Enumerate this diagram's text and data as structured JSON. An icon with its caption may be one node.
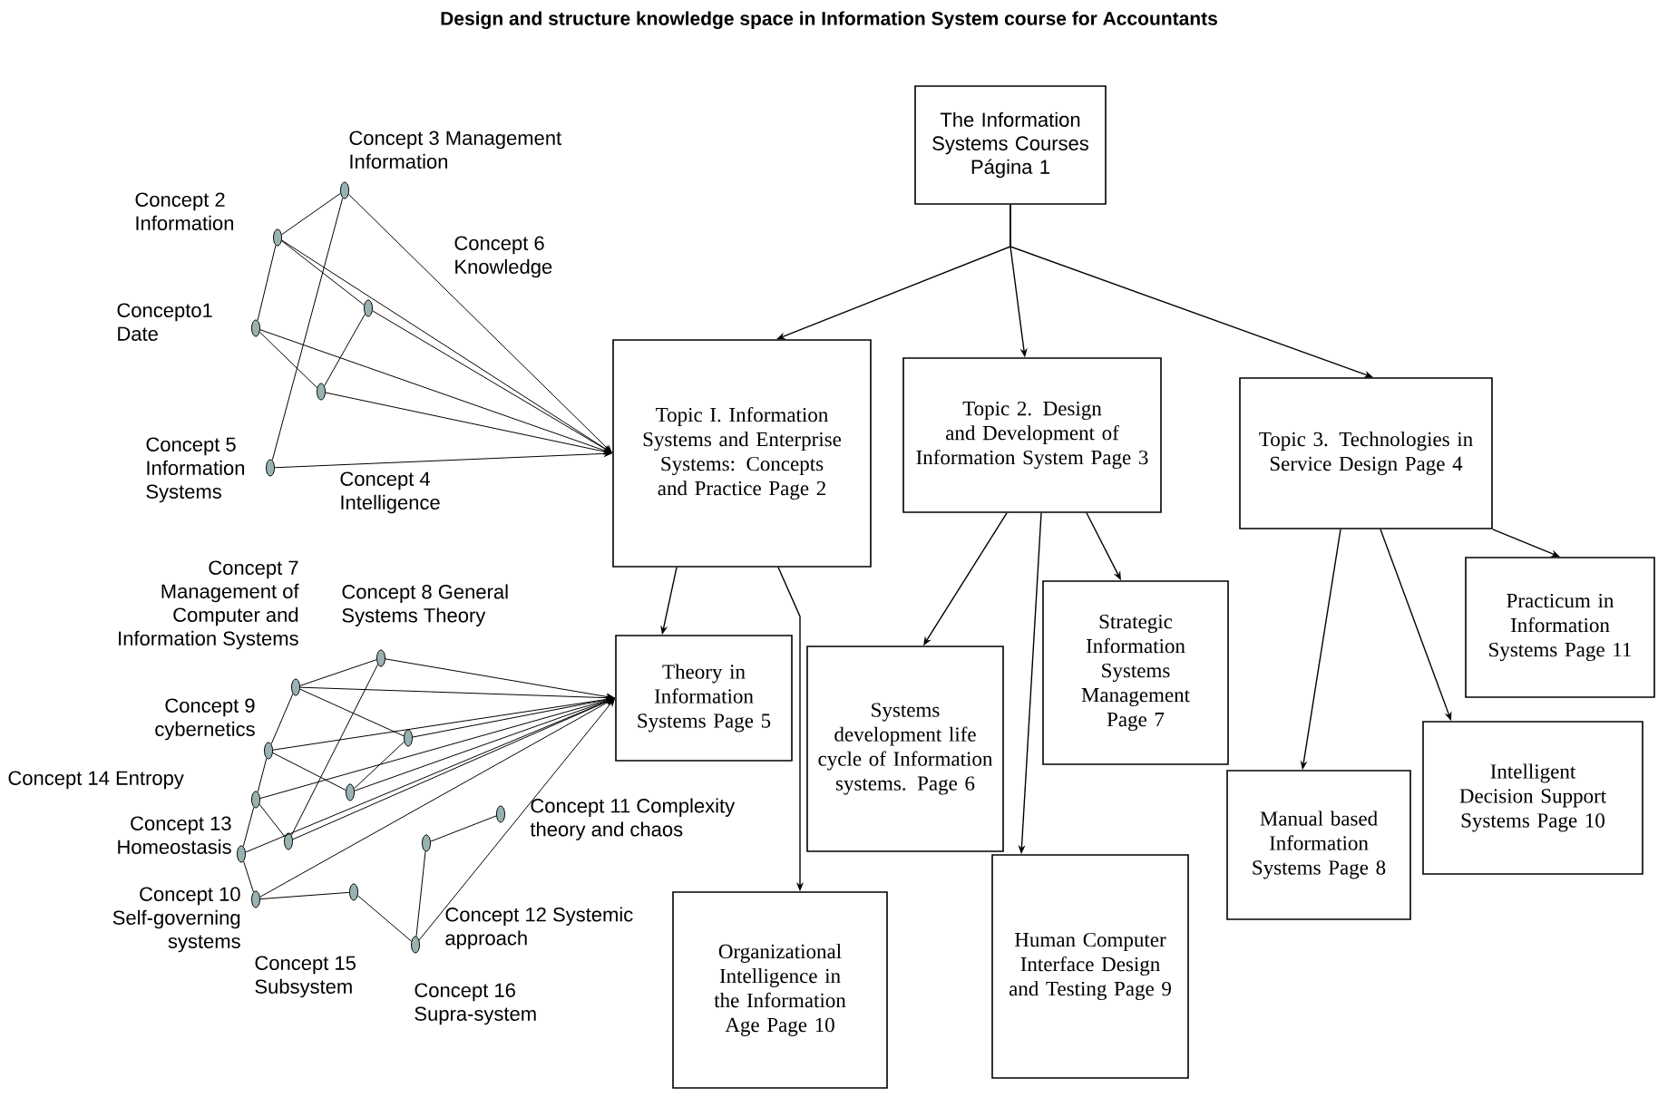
{
  "diagram": {
    "title": "Design and structure knowledge space in Information System course for Accountants",
    "nodes": [
      {
        "text": [
          "The Information Systems Courses Página 1"
        ]
      },
      {
        "text": [
          "Topic I. Information Systems and Enterprise Systems: Concepts and Practice Page 2"
        ]
      },
      {
        "text": [
          "Topic 2. Design and Development of Information System Page 3"
        ]
      },
      {
        "text": [
          "Topic 3. Technologies in Service Design Page 4"
        ]
      },
      {
        "text": [
          "Theory in Information Systems Page 5"
        ]
      },
      {
        "text": [
          "Systems development life cycle of Information systems. Page 6"
        ]
      },
      {
        "text": [
          "Strategic Information Systems Management Page 7"
        ]
      },
      {
        "text": [
          "Human Computer Interface Design and Testing Page 9"
        ]
      },
      {
        "text": [
          "Organizational Intelligence in the Information Age Page 10"
        ]
      },
      {
        "text": [
          "Manual based Information Systems Page 8"
        ]
      },
      {
        "text": [
          "Intelligent Decision Support Systems Page 10"
        ]
      },
      {
        "text": [
          "Practicum in Information Systems Page 11"
        ]
      },
      {
        "text": [],
        "shape": "circle",
        "beside": [
          "Concept 3 Management Information"
        ]
      },
      {
        "text": [],
        "shape": "circle",
        "beside": [
          "Concept 2 Information"
        ]
      },
      {
        "text": [],
        "shape": "circle"
      },
      {
        "text": [],
        "shape": "circle",
        "beside": [
          "Concepto1 Date"
        ]
      },
      {
        "text": [],
        "shape": "circle",
        "beside": [
          "Concept 4 Intelligence"
        ]
      },
      {
        "text": [],
        "shape": "circle",
        "beside": [
          "Concept 5 Information Systems"
        ]
      },
      {
        "text": [],
        "shape": "circle",
        "beside": [
          "Concept 8 General Systems Theory"
        ]
      },
      {
        "text": [],
        "shape": "circle",
        "beside": [
          "Concept 7 Management of Computer and Information Systems"
        ]
      },
      {
        "text": [],
        "shape": "circle"
      },
      {
        "text": [],
        "shape": "circle",
        "beside": [
          "Concept 9 cybernetics"
        ]
      },
      {
        "text": [],
        "shape": "circle"
      },
      {
        "text": [],
        "shape": "circle",
        "beside": [
          "Concept 14 Entropy"
        ]
      },
      {
        "text": [],
        "shape": "circle",
        "beside": [
          "Concept 11 Complexity theory and chaos"
        ]
      },
      {
        "text": [],
        "shape": "circle"
      },
      {
        "text": [],
        "shape": "circle"
      },
      {
        "text": [],
        "shape": "circle",
        "beside": [
          "Concept 13 Homeostasis"
        ]
      },
      {
        "text": [],
        "shape": "circle",
        "beside": [
          "Concept 15 Subsystem"
        ]
      },
      {
        "text": [],
        "shape": "circle",
        "beside": [
          "Concept 10 Self-governing systems"
        ]
      },
      {
        "text": [],
        "shape": "circle",
        "beside": [
          "Concept 16 Supra-system"
        ]
      }
    ],
    "edges": [
      {
        "from": 0,
        "to": 1,
        "arrow": "to"
      },
      {
        "from": 0,
        "to": 2,
        "arrow": "to"
      },
      {
        "from": 0,
        "to": 3,
        "arrow": "to"
      },
      {
        "from": 1,
        "to": 4,
        "arrow": "to"
      },
      {
        "from": 1,
        "to": 8,
        "arrow": "to"
      },
      {
        "from": 2,
        "to": 5,
        "arrow": "to"
      },
      {
        "from": 2,
        "to": 7,
        "arrow": "to"
      },
      {
        "from": 2,
        "to": 6,
        "arrow": "to"
      },
      {
        "from": 3,
        "to": 9,
        "arrow": "to"
      },
      {
        "from": 3,
        "to": 10,
        "arrow": "to"
      },
      {
        "from": 3,
        "to": 11,
        "arrow": "to"
      },
      {
        "from": 13,
        "to": 12,
        "arrow": "none"
      },
      {
        "from": 13,
        "to": 15,
        "arrow": "none"
      },
      {
        "from": 13,
        "to": 14,
        "arrow": "none"
      },
      {
        "from": 15,
        "to": 16,
        "arrow": "none"
      },
      {
        "from": 16,
        "to": 14,
        "arrow": "none"
      },
      {
        "from": 12,
        "to": 17,
        "arrow": "none"
      },
      {
        "from": 12,
        "to": 1,
        "arrow": "to"
      },
      {
        "from": 13,
        "to": 1,
        "arrow": "to"
      },
      {
        "from": 14,
        "to": 1,
        "arrow": "to"
      },
      {
        "from": 15,
        "to": 1,
        "arrow": "to"
      },
      {
        "from": 16,
        "to": 1,
        "arrow": "to"
      },
      {
        "from": 17,
        "to": 1,
        "arrow": "to"
      },
      {
        "from": 19,
        "to": 18,
        "arrow": "none"
      },
      {
        "from": 19,
        "to": 21,
        "arrow": "none"
      },
      {
        "from": 21,
        "to": 23,
        "arrow": "none"
      },
      {
        "from": 23,
        "to": 27,
        "arrow": "none"
      },
      {
        "from": 27,
        "to": 29,
        "arrow": "none"
      },
      {
        "from": 19,
        "to": 20,
        "arrow": "none"
      },
      {
        "from": 20,
        "to": 22,
        "arrow": "none"
      },
      {
        "from": 21,
        "to": 22,
        "arrow": "none"
      },
      {
        "from": 18,
        "to": 25,
        "arrow": "none"
      },
      {
        "from": 23,
        "to": 25,
        "arrow": "none"
      },
      {
        "from": 29,
        "to": 28,
        "arrow": "none"
      },
      {
        "from": 28,
        "to": 30,
        "arrow": "none"
      },
      {
        "from": 30,
        "to": 26,
        "arrow": "none"
      },
      {
        "from": 26,
        "to": 24,
        "arrow": "none"
      },
      {
        "from": 18,
        "to": 4,
        "arrow": "to"
      },
      {
        "from": 19,
        "to": 4,
        "arrow": "to"
      },
      {
        "from": 20,
        "to": 4,
        "arrow": "to"
      },
      {
        "from": 21,
        "to": 4,
        "arrow": "to"
      },
      {
        "from": 22,
        "to": 4,
        "arrow": "to"
      },
      {
        "from": 23,
        "to": 4,
        "arrow": "to"
      },
      {
        "from": 25,
        "to": 4,
        "arrow": "to"
      },
      {
        "from": 27,
        "to": 4,
        "arrow": "to"
      },
      {
        "from": 29,
        "to": 4,
        "arrow": "to"
      },
      {
        "from": 30,
        "to": 4,
        "arrow": "to"
      }
    ],
    "labels": [
      "Concept 6 Knowledge",
      "Concept 12 Systemic approach"
    ]
  }
}
